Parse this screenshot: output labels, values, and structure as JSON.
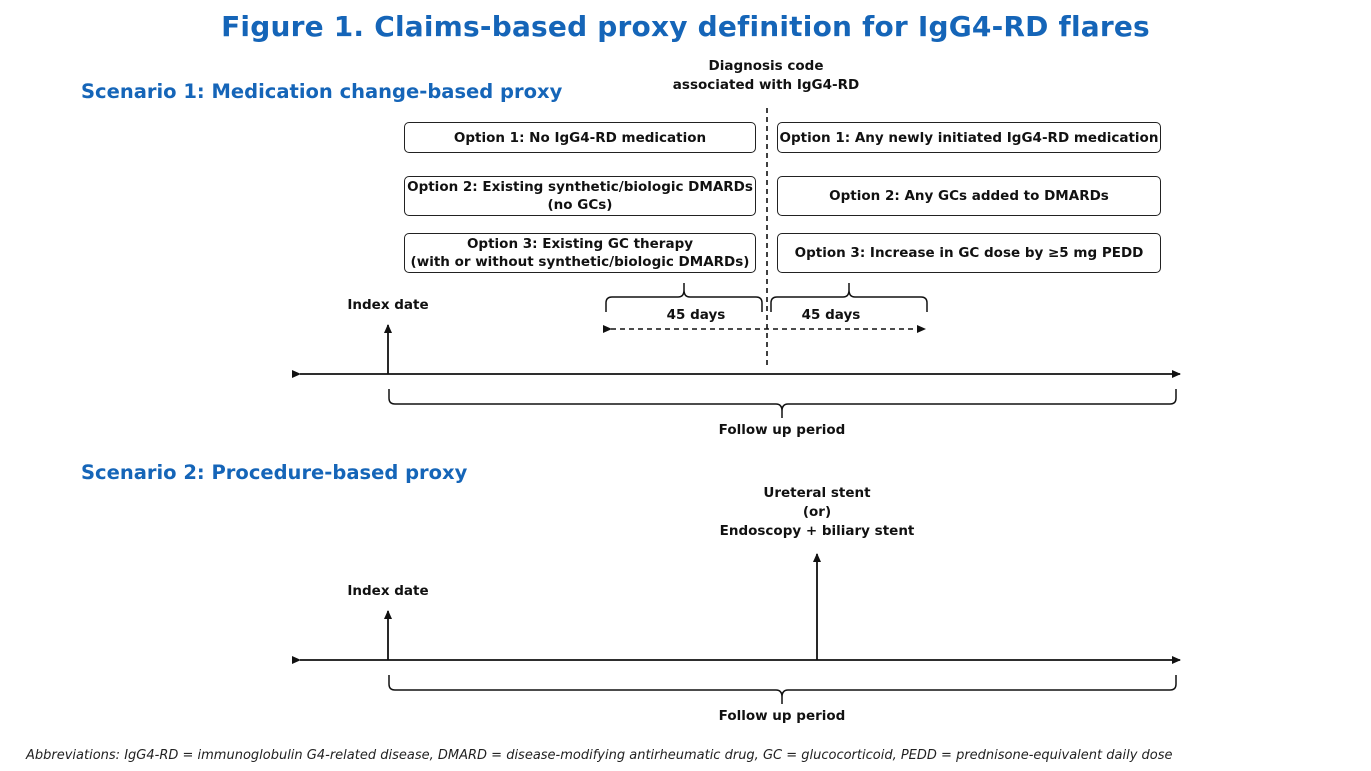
{
  "title": "Figure 1. Claims-based proxy definition for IgG4-RD flares",
  "scenario1": {
    "heading": "Scenario 1: Medication change-based proxy",
    "diagnosis_label_line1": "Diagnosis code",
    "diagnosis_label_line2": "associated with IgG4-RD",
    "left_options": [
      {
        "line1": "Option 1: No IgG4-RD medication",
        "line2": ""
      },
      {
        "line1": "Option 2: Existing synthetic/biologic DMARDs",
        "line2": "(no GCs)"
      },
      {
        "line1": "Option 3: Existing GC therapy",
        "line2": "(with or without synthetic/biologic DMARDs)"
      }
    ],
    "right_options": [
      {
        "line1": "Option 1: Any newly initiated IgG4-RD medication"
      },
      {
        "line1": "Option 2: Any GCs added to DMARDs"
      },
      {
        "line1": "Option 3: Increase in GC dose by ≥5 mg PEDD"
      }
    ],
    "window_before": "45 days",
    "window_after": "45 days",
    "index_label": "Index date",
    "followup_label": "Follow up period"
  },
  "scenario2": {
    "heading": "Scenario 2: Procedure-based proxy",
    "event_line1": "Ureteral stent",
    "event_line2": "(or)",
    "event_line3": "Endoscopy + biliary stent",
    "index_label": "Index date",
    "followup_label": "Follow up period"
  },
  "footnote": "Abbreviations: IgG4-RD = immunoglobulin G4-related disease, DMARD = disease-modifying antirheumatic drug, GC = glucocorticoid, PEDD = prednisone-equivalent daily dose",
  "colors": {
    "heading": "#1565b8",
    "line": "#111111"
  }
}
